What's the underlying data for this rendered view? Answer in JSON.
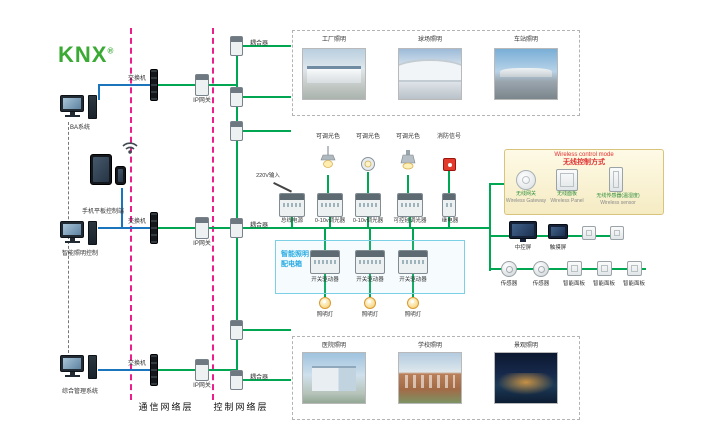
{
  "logo": {
    "text": "KNX",
    "reg": "®"
  },
  "workstations": [
    {
      "label": "BA系统"
    },
    {
      "label": "手机平板控制端"
    },
    {
      "label": "智能照明控制"
    },
    {
      "label": "综合管理系统"
    }
  ],
  "network": {
    "switch": "交换机",
    "gateway": "IP网关",
    "coupler": "耦合器",
    "comm_layer": "通信网络层",
    "ctrl_layer": "控制网络层"
  },
  "scenes_top": [
    {
      "label": "工厂照明"
    },
    {
      "label": "球场照明"
    },
    {
      "label": "车站照明"
    }
  ],
  "scenes_bottom": [
    {
      "label": "医院照明"
    },
    {
      "label": "学校照明"
    },
    {
      "label": "景观照明"
    }
  ],
  "cabinet": {
    "name_line1": "智能照明",
    "name_line2": "配电箱",
    "power_in": "220V输入",
    "loads": [
      {
        "label": "可调光色"
      },
      {
        "label": "可调光色"
      },
      {
        "label": "可调光色"
      },
      {
        "label": "消防信号"
      }
    ],
    "row1": [
      {
        "label": "总线电源"
      },
      {
        "label": "0-10v调光器"
      },
      {
        "label": "0-10v调光器"
      },
      {
        "label": "可控硅调光器"
      },
      {
        "label": "继电器"
      }
    ],
    "row2": [
      {
        "label": "开关驱动器"
      },
      {
        "label": "开关驱动器"
      },
      {
        "label": "开关驱动器"
      }
    ],
    "lamps": [
      {
        "label": "照明灯"
      },
      {
        "label": "照明灯"
      },
      {
        "label": "照明灯"
      }
    ]
  },
  "wireless": {
    "title_en": "Wireless control mode",
    "title_cn": "无线控制方式",
    "devices": [
      {
        "cn": "无线网关",
        "en": "Wireless Gateway"
      },
      {
        "cn": "无线面板",
        "en": "Wireless Panel"
      },
      {
        "cn": "无线传感器(温湿度)",
        "en": "Wireless sensor"
      }
    ]
  },
  "right_devices": {
    "row1": [
      {
        "label": "中控屏"
      },
      {
        "label": "触摸屏"
      }
    ],
    "row2": [
      {
        "label": "传感器"
      },
      {
        "label": "传感器"
      },
      {
        "label": "智能面板"
      },
      {
        "label": "智能面板"
      },
      {
        "label": "智能面板"
      }
    ]
  },
  "colors": {
    "bus_green": "#00a651",
    "lan_blue": "#1b75bc",
    "layer_magenta": "#ec1e8c",
    "knx_green": "#3aaa35",
    "alarm_red": "#e23b2e"
  }
}
